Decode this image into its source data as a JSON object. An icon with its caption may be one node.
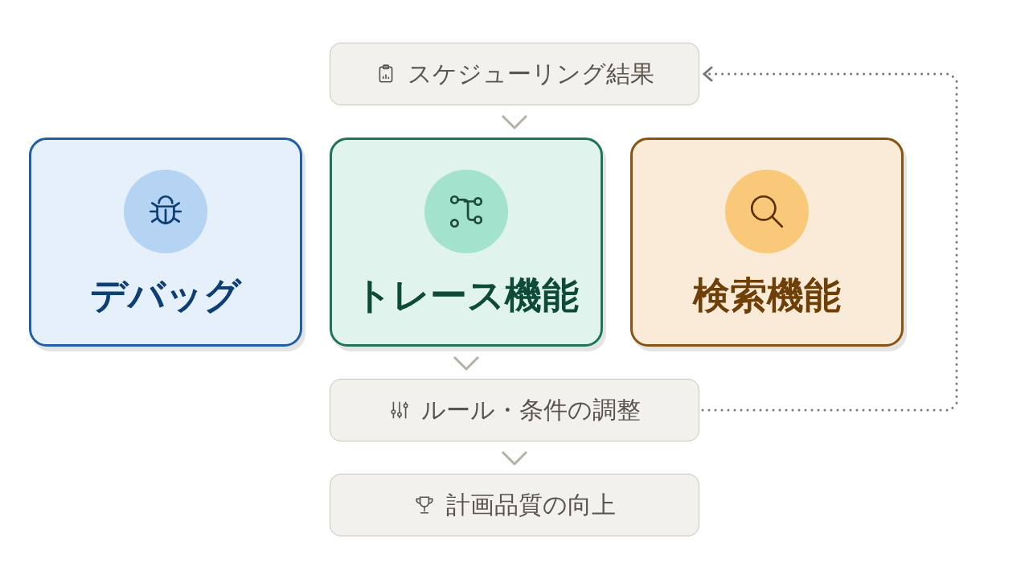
{
  "diagram": {
    "nodes": [
      {
        "text": [
          "スケジューリング結果"
        ]
      },
      {
        "text": [
          "デバッグ"
        ]
      },
      {
        "text": [
          "トレース機能"
        ]
      },
      {
        "text": [
          "検索機能"
        ]
      },
      {
        "text": [
          "ルール・条件の調整"
        ]
      },
      {
        "text": [
          "計画品質の向上"
        ]
      }
    ],
    "edges": [
      {
        "from": 0,
        "to": 2,
        "arrow": "to"
      },
      {
        "from": 2,
        "to": 4,
        "arrow": "to"
      },
      {
        "from": 4,
        "to": 5,
        "arrow": "to"
      },
      {
        "from": 4,
        "to": 0,
        "arrow": "to",
        "style": "dashed",
        "color": "#777777"
      }
    ]
  }
}
